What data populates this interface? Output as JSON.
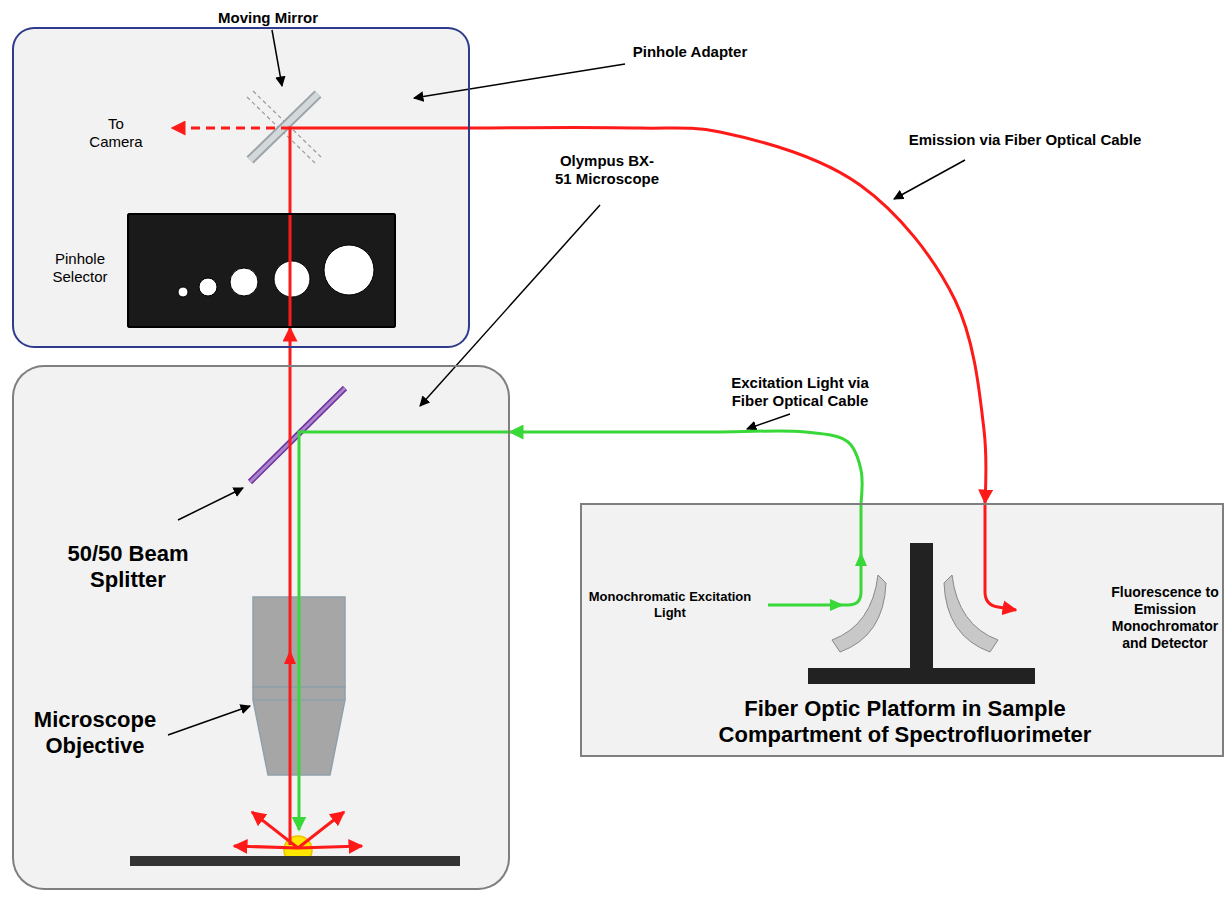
{
  "diagram": {
    "nodes": [
      {
        "text": [
          "Pinhole Adapter"
        ]
      },
      {
        "text": [
          "Pinhole Selector"
        ],
        "in": 0
      },
      {
        "text": [
          "Olympus BX-51 Microscope"
        ]
      },
      {
        "text": [
          "Monochromatic Excitation Light",
          "Fluorescence to Emission Monochromator and Detector",
          "Fiber Optic Platform in Sample Compartment of Spectrofluorimeter"
        ]
      }
    ],
    "edges": [
      {
        "from": 0,
        "to": 3,
        "arrow": "to"
      },
      {
        "from": 3,
        "to": 2,
        "arrow": "to"
      },
      {
        "from": 2,
        "to": 1,
        "arrow": "to"
      }
    ],
    "labels": [
      "Moving Mirror",
      "To Camera",
      "Emission via Fiber Optical Cable",
      "Excitation Light via Fiber Optical Cable",
      "50/50 Beam Splitter",
      "Microscope Objective"
    ]
  }
}
